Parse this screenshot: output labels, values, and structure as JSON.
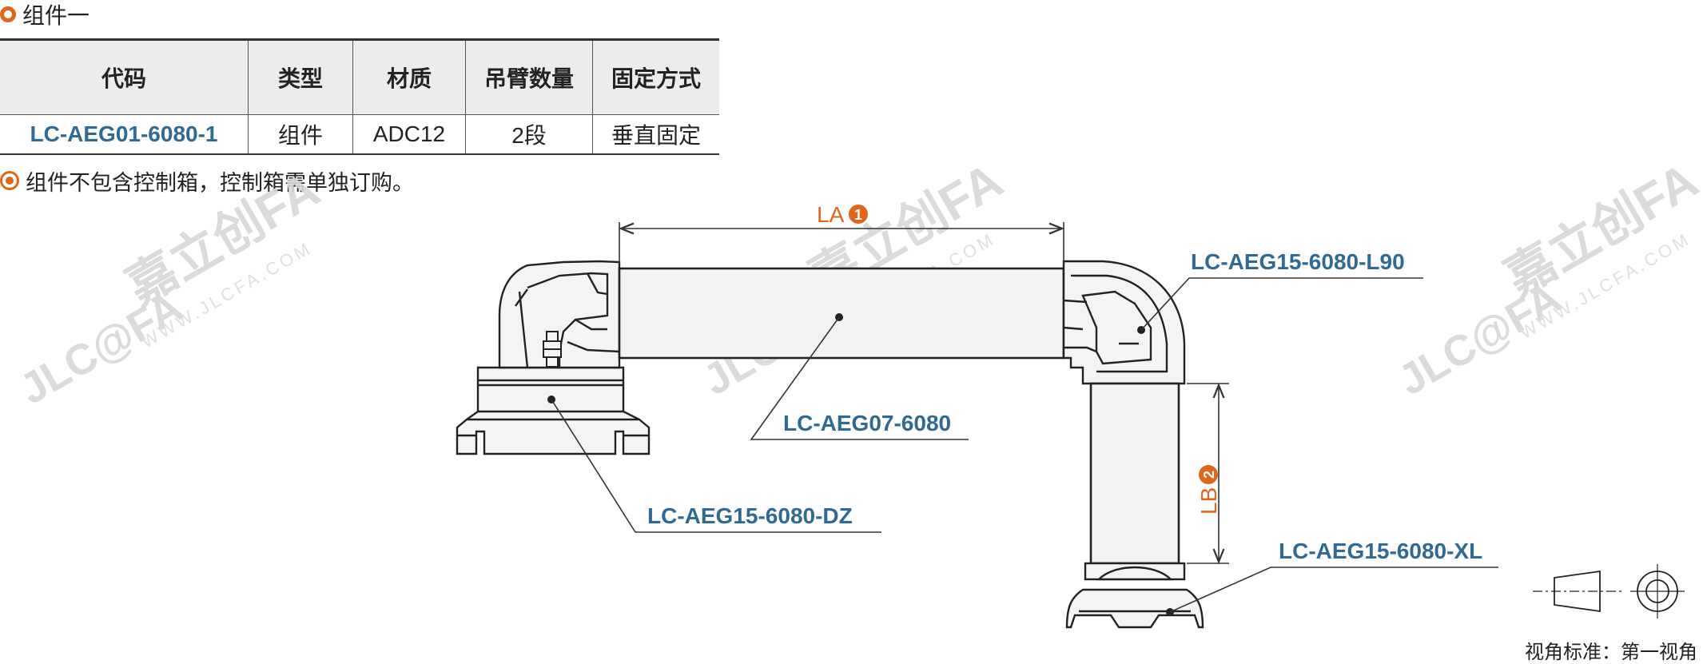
{
  "section": {
    "title": "组件一"
  },
  "table": {
    "headers": [
      "代码",
      "类型",
      "材质",
      "吊臂数量",
      "固定方式"
    ],
    "rows": [
      [
        "LC-AEG01-6080-1",
        "组件",
        "ADC12",
        "2段",
        "垂直固定"
      ]
    ]
  },
  "note": {
    "text": "组件不包含控制箱，控制箱需单独订购。"
  },
  "drawing": {
    "parts": {
      "base": "LC-AEG15-6080-DZ",
      "tube": "LC-AEG07-6080",
      "elbow": "LC-AEG15-6080-L90",
      "bottom": "LC-AEG15-6080-XL"
    },
    "dimensions": {
      "la": {
        "text": "LA",
        "badge": "1"
      },
      "lb": {
        "text": "LB",
        "badge": "2"
      }
    },
    "watermark": {
      "logo": "JLC@FA",
      "brand": "嘉立创FA",
      "url": "WWW.JLCFA.COM"
    }
  },
  "projection": {
    "label": "视角标准：第一视角"
  },
  "colors": {
    "accent": "#e0661c",
    "code_blue": "#2f6a93",
    "header_bg": "#ececec"
  }
}
